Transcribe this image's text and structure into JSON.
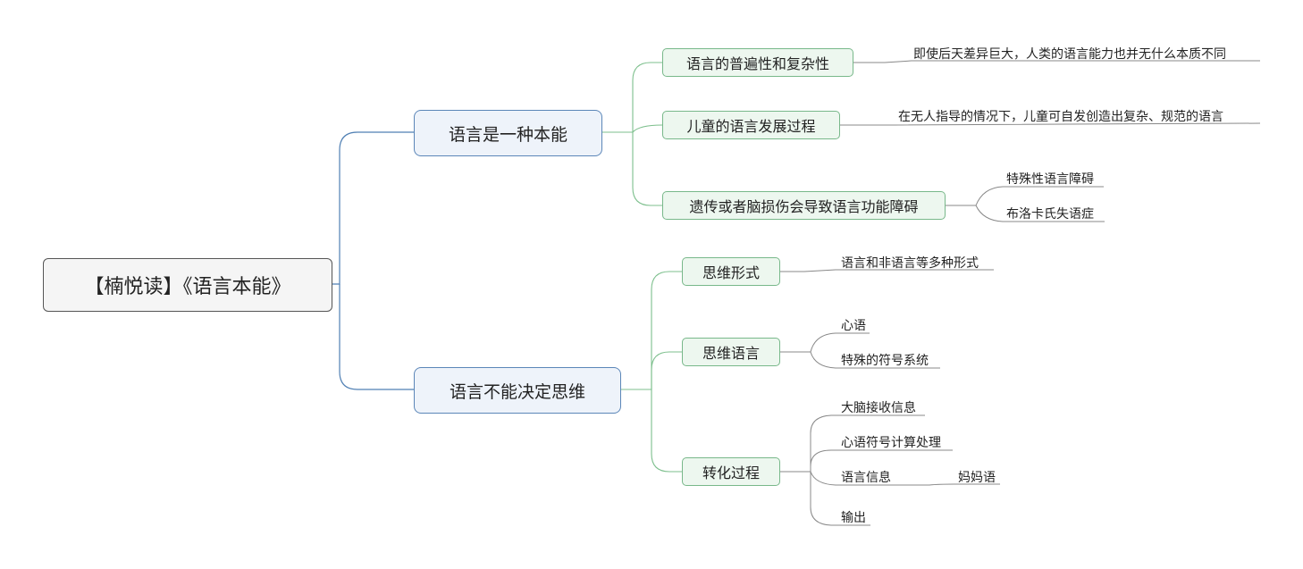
{
  "root": "【楠悦读】《语言本能》",
  "branches": [
    {
      "label": "语言是一种本能",
      "children": [
        {
          "label": "语言的普遍性和复杂性",
          "leaves": [
            "即使后天差异巨大，人类的语言能力也并无什么本质不同"
          ]
        },
        {
          "label": "儿童的语言发展过程",
          "leaves": [
            "在无人指导的情况下，儿童可自发创造出复杂、规范的语言"
          ]
        },
        {
          "label": "遗传或者脑损伤会导致语言功能障碍",
          "leaves": [
            "特殊性语言障碍",
            "布洛卡氏失语症"
          ]
        }
      ]
    },
    {
      "label": "语言不能决定思维",
      "children": [
        {
          "label": "思维形式",
          "leaves": [
            "语言和非语言等多种形式"
          ]
        },
        {
          "label": "思维语言",
          "leaves": [
            "心语",
            "特殊的符号系统"
          ]
        },
        {
          "label": "转化过程",
          "leaves": [
            "大脑接收信息",
            "心语符号计算处理",
            "语言信息",
            "输出"
          ],
          "sub_leaf": "妈妈语"
        }
      ]
    }
  ]
}
